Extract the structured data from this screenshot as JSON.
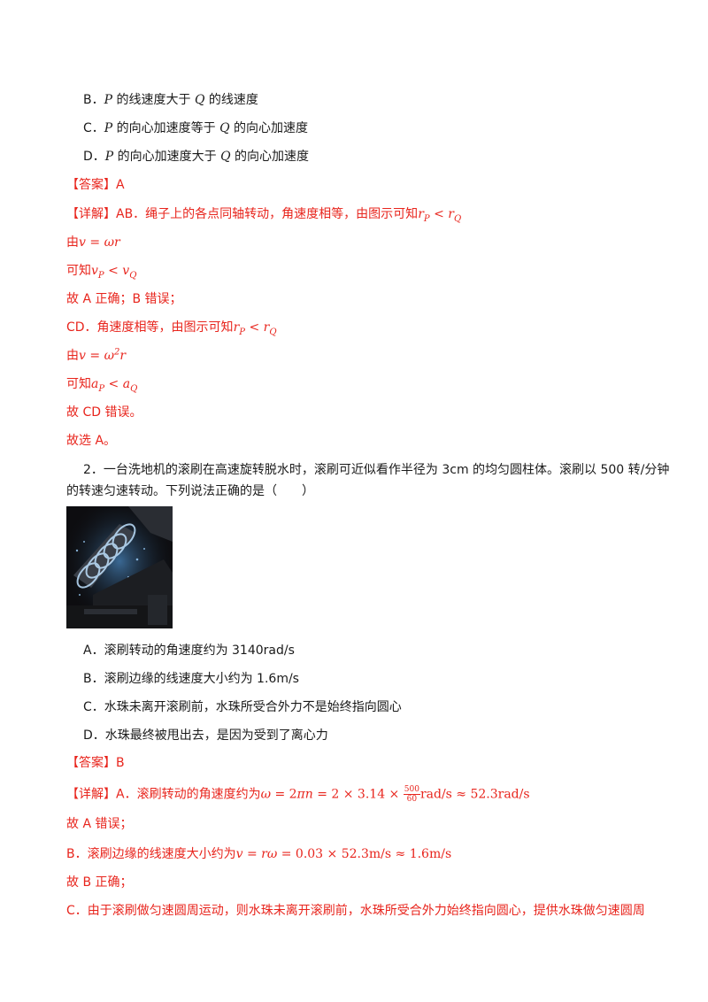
{
  "q1": {
    "optB": "B．P 的线速度大于 Q 的线速度",
    "optC": "C．P 的向心加速度等于 Q 的向心加速度",
    "optD": "D．P 的向心加速度大于 Q 的向心加速度",
    "answer": "【答案】A",
    "detail_tag": "【详解】",
    "detail_1": "AB．绳子上的各点同轴转动，角速度相等，由图示可知",
    "formula_1": "由",
    "know_1": "可知",
    "judge_1": "故 A 正确；B 错误；",
    "detail_2": "CD．角速度相等，由图示可知",
    "formula_2": "由",
    "know_2": "可知",
    "judge_2": "故 CD 错误。",
    "final": "故选 A。"
  },
  "q2": {
    "stem_1": "2．一台洗地机的滚刷在高速旋转脱水时，滚刷可近似看作半径为 3cm 的均匀圆柱体。滚刷以 500 转/分钟",
    "stem_2": "的转速匀速转动。下列说法正确的是（　　）",
    "optA": "A．滚刷转动的角速度约为 3140rad/s",
    "optB": "B．滚刷边缘的线速度大小约为 1.6m/s",
    "optC": "C．水珠未离开滚刷前，水珠所受合外力不是始终指向圆心",
    "optD": "D．水珠最终被甩出去，是因为受到了离心力",
    "answer": "【答案】B",
    "detail_tag": "【详解】",
    "detail_A": "A．滚刷转动的角速度约为",
    "frac_num": "500",
    "frac_den": "60",
    "judge_A": "故 A 错误；",
    "detail_B": "B．滚刷边缘的线速度大小约为",
    "judge_B": "故 B 正确；",
    "detail_C": "C．由于滚刷做匀速圆周运动，则水珠未离开滚刷前，水珠所受合外力始终指向圆心，提供水珠做匀速圆周"
  },
  "colors": {
    "answer_red": "#e8251d",
    "text": "#1a1a1a"
  }
}
